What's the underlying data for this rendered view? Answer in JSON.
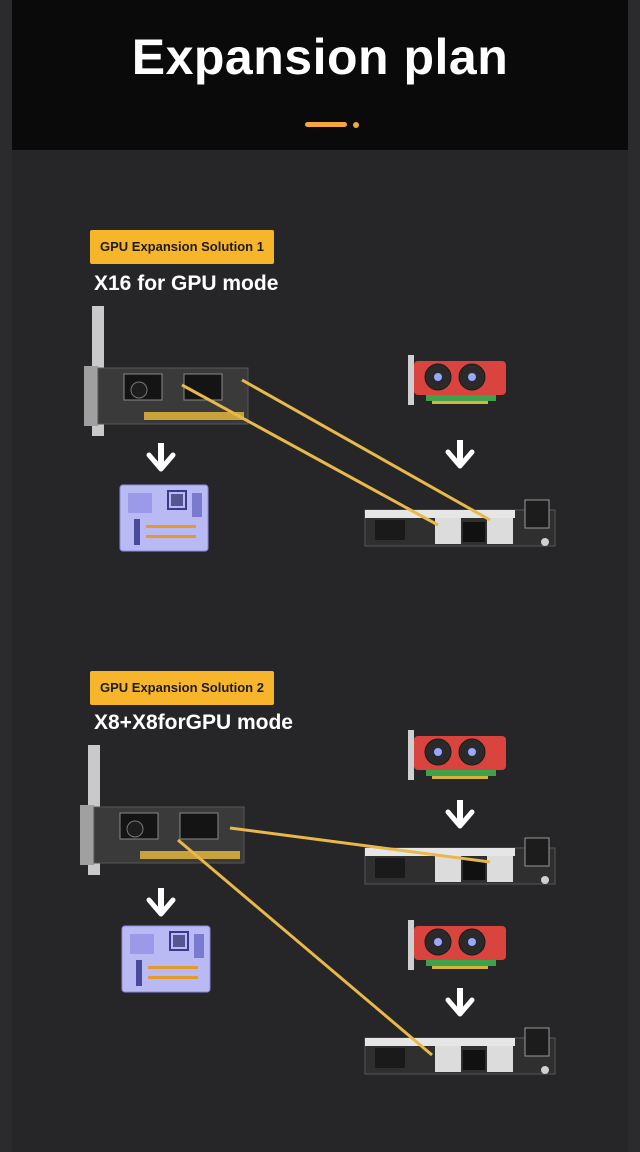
{
  "header": {
    "title": "Expansion plan"
  },
  "solution1": {
    "badge": "GPU Expansion Solution 1",
    "mode": "X16 for GPU mode"
  },
  "solution2": {
    "badge": "GPU Expansion Solution 2",
    "mode": "X8+X8forGPU mode"
  },
  "colors": {
    "accent": "#f4a73b",
    "badge": "#f7b52c",
    "cable": "#e9b84a"
  },
  "icons": [
    "down-arrow-icon",
    "gpu-card-icon",
    "motherboard-icon",
    "riser-board-icon",
    "adapter-card-icon"
  ]
}
